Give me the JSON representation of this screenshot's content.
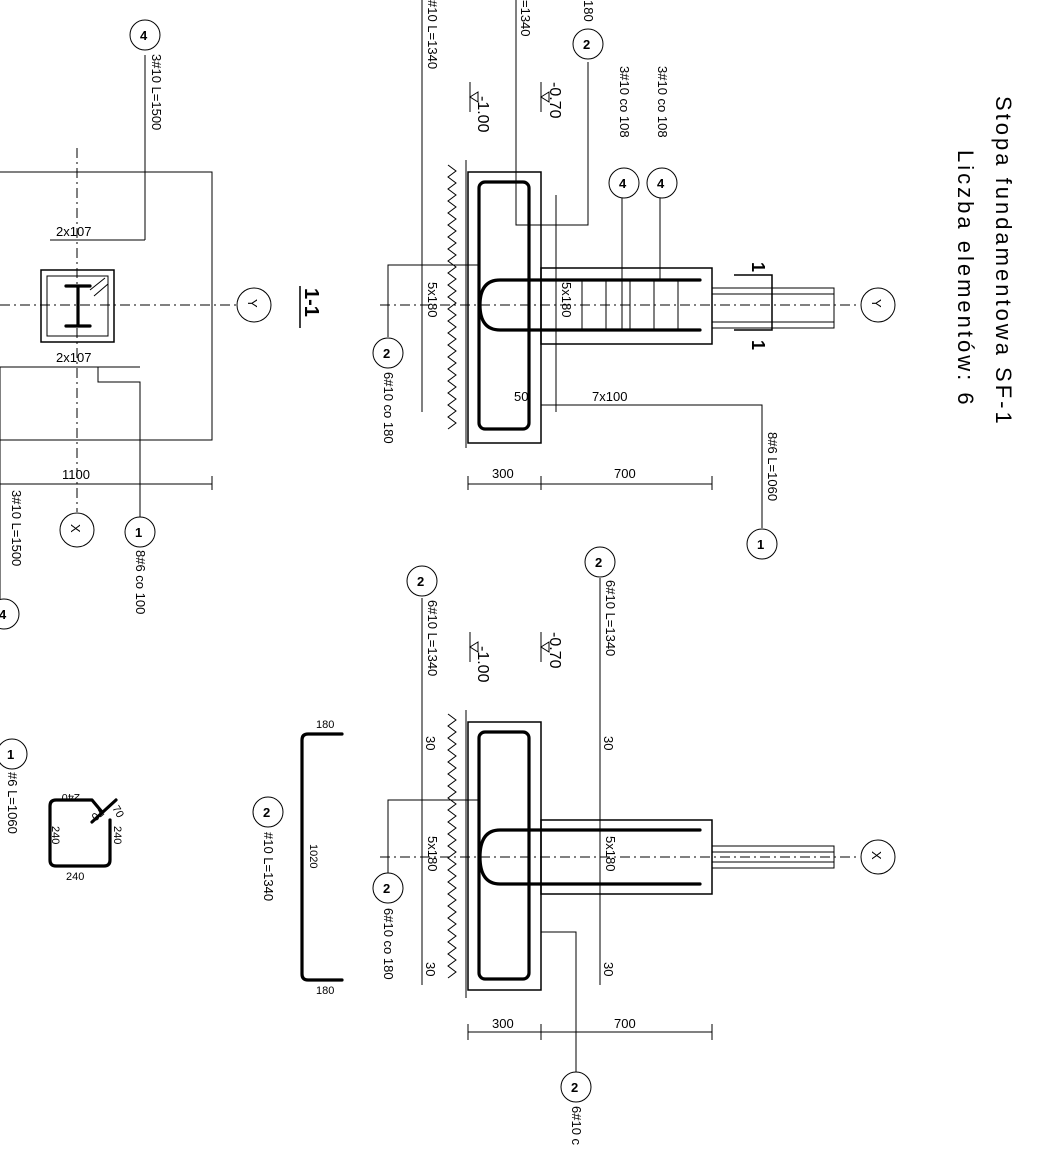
{
  "title": {
    "line1": "Stopa fundamentowa SF-1",
    "line2": "Liczba elementów: 6"
  },
  "section_label": "1-1",
  "section_cut_mark": "1",
  "axis": {
    "x": "X",
    "y": "Y"
  },
  "levels": {
    "bottom": "-1.00",
    "top": "-0.70"
  },
  "plan": {
    "width_dim": "1100",
    "post_spacing_top": "2x107",
    "post_spacing_bottom": "2x107",
    "bar4_top_no": "4",
    "bar4_top_label": "3#10 L=1500",
    "bar4_bot_no": "4",
    "bar4_bot_label": "3#10 L=1500",
    "bar1_no": "1",
    "bar1_label": "8#6 co 100"
  },
  "section_y": {
    "top_label": "#10 L=1340",
    "top_label_b": "=1340",
    "top_label_c": "180",
    "bar2_top_no": "2",
    "bar4a_no": "4",
    "bar4a_label": "3#10 co 108",
    "bar4b_no": "4",
    "bar4b_label": "3#10 co 108",
    "dim_left": "5x180",
    "dim_right": "5x180",
    "bar2_bot_no": "2",
    "bar2_bot_label": "6#10 co 180",
    "dim_50": "50",
    "dim_7x100": "7x100",
    "bar1_no": "1",
    "bar1_label": "8#6 L=1060",
    "dim_300": "300",
    "dim_700": "700"
  },
  "section_x": {
    "bar2a_no": "2",
    "bar2a_label": "6#10 L=1340",
    "bar2b_no": "2",
    "bar2b_label": "6#10 L=1340",
    "dim_30a": "30",
    "dim_30b": "30",
    "dim_30c": "30",
    "dim_30d": "30",
    "dim_left": "5x180",
    "dim_right": "5x180",
    "bar2c_no": "2",
    "bar2c_label": "6#10 co 180",
    "bar2d_no": "2",
    "bar2d_label": "6#10 c",
    "dim_300": "300",
    "dim_700": "700"
  },
  "schedule": {
    "bar1_no": "1",
    "bar1_label": "#6 L=1060",
    "bar1_dims": [
      "240",
      "240",
      "240",
      "70",
      "70"
    ],
    "bar2_no": "2",
    "bar2_label": "#10 L=1340",
    "bar2_dims": [
      "180",
      "1020",
      "180"
    ]
  }
}
